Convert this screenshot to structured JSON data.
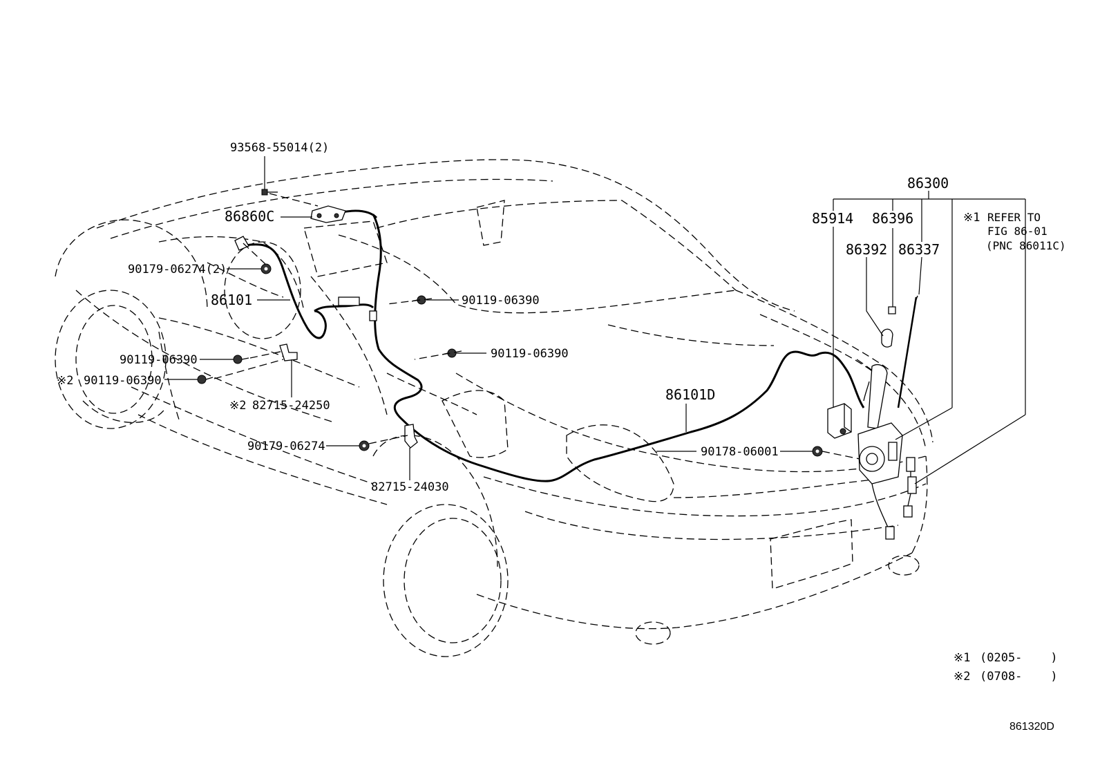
{
  "diagram_id": "861320D",
  "assembly_label": "86300",
  "labels": {
    "p93568": "93568-55014(2)",
    "p86860c": "86860C",
    "p90179a": "90179-06274(2)",
    "p86101": "86101",
    "p90119a": "90119-06390",
    "p90119b": "90119-06390",
    "p90119c": "90119-06390",
    "p90119d": "90119-06390",
    "p82715a": "82715-24250",
    "p90179b": "90179-06274",
    "p82715b": "82715-24030",
    "p86101d": "86101D",
    "p90178": "90178-06001",
    "p85914": "85914",
    "p86396": "86396",
    "p86392": "86392",
    "p86337": "86337"
  },
  "marks": {
    "m1": "※1",
    "m2": "※2"
  },
  "refer": {
    "line1": "REFER TO",
    "line2": "FIG 86-01",
    "line3": "(PNC 86011C)"
  },
  "legend": [
    {
      "mark": "※1",
      "range": "(0205-    )"
    },
    {
      "mark": "※2",
      "range": "(0708-    )"
    }
  ]
}
